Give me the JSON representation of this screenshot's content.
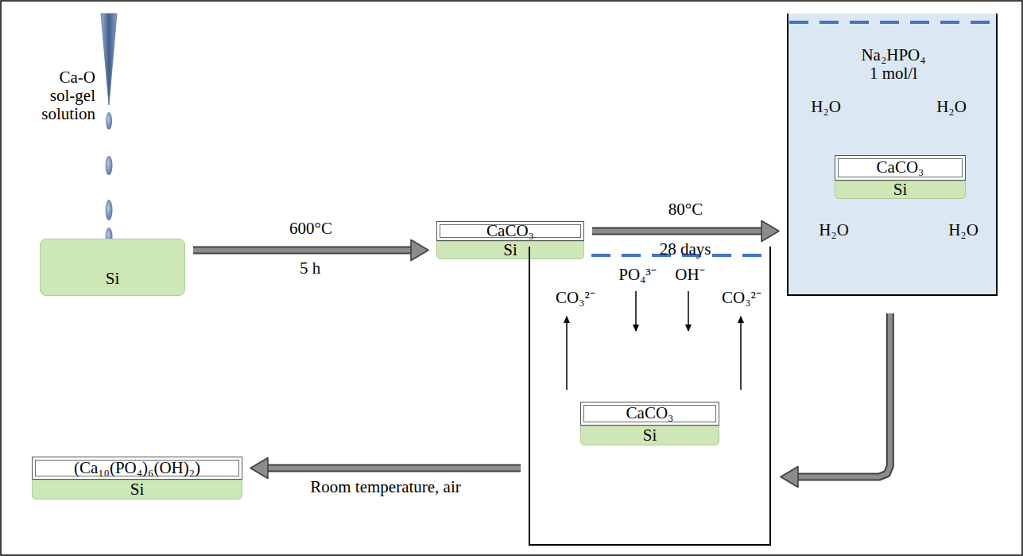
{
  "diagram": {
    "nodes": [
      {
        "text": [
          "Si"
        ]
      },
      {
        "text": [
          "CaCO₃"
        ]
      },
      {
        "text": [
          "Si"
        ]
      },
      {
        "text": [
          "Na₂HPO₄ 1 mol/l",
          "H₂O",
          "H₂O",
          "H₂O",
          "H₂O"
        ]
      },
      {
        "text": [
          "CaCO₃"
        ],
        "in": 3
      },
      {
        "text": [
          "Si"
        ],
        "in": 3
      },
      {
        "text": [
          "CO₃²⁻",
          "PO₄³⁻",
          "OH⁻",
          "CO₃²⁻"
        ]
      },
      {
        "text": [
          "CaCO₃"
        ],
        "in": 6
      },
      {
        "text": [
          "Si"
        ],
        "in": 6
      },
      {
        "text": [
          "(Ca₁₀(PO₄)₆(OH)₂)"
        ]
      },
      {
        "text": [
          "Si"
        ]
      }
    ],
    "edges": [
      {
        "from": 0,
        "to": 2,
        "arrow": "to",
        "label": "600°C"
      },
      {
        "from": 1,
        "to": 3,
        "arrow": "to",
        "label": "80°C"
      },
      {
        "from": 3,
        "to": 6,
        "arrow": "to"
      },
      {
        "from": 6,
        "to": 9,
        "arrow": "to",
        "label": "Room temperature, air"
      }
    ],
    "labels": [
      "Ca-O sol-gel solution",
      "5 h",
      "28 days"
    ]
  }
}
